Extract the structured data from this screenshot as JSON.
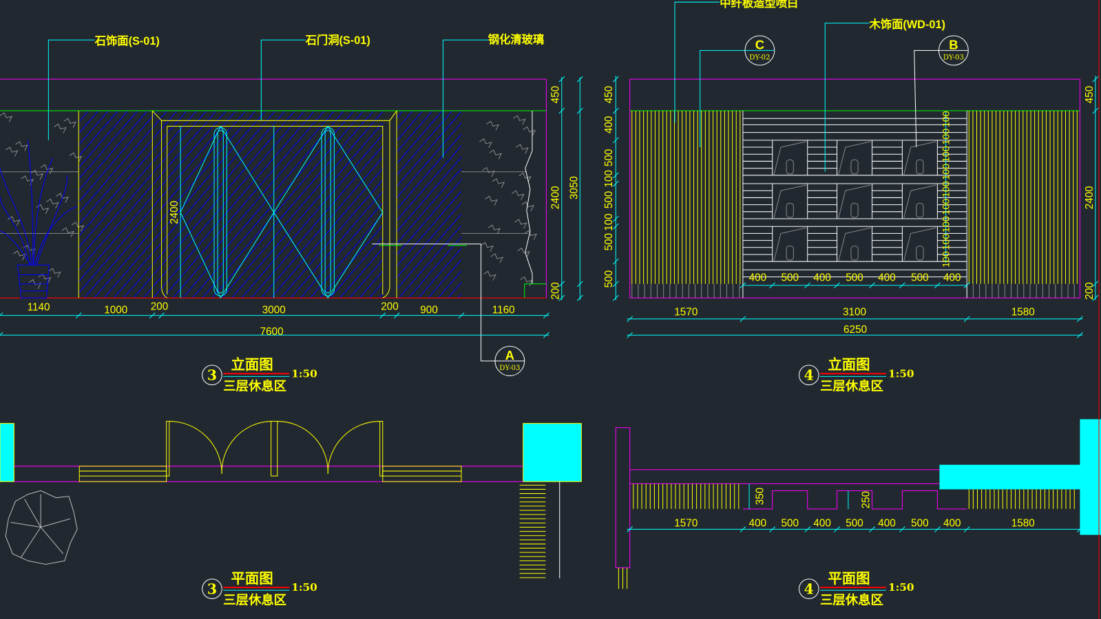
{
  "colors": {
    "background": "#212830",
    "text": "#ffff00",
    "dimension": "#00ffff",
    "wall": "#ff00ff",
    "ceiling": "#00ff00",
    "floor": "#ff0000",
    "hatch": "#0000ff"
  },
  "left_elevation": {
    "labels": [
      "石饰面(S-01)",
      "石门洞(S-01)",
      "钢化清玻璃"
    ],
    "door_height": "2400",
    "dims_bottom": [
      "1140",
      "1000",
      "200",
      "3000",
      "200",
      "900",
      "1160"
    ],
    "total": "7600",
    "dims_right": [
      "450",
      "2400",
      "200"
    ],
    "height_total": "3050",
    "ref": {
      "letter": "A",
      "sheet": "DY-03"
    },
    "title": {
      "number": "3",
      "name": "立面图",
      "scale": "1:50",
      "area": "三层休息区"
    }
  },
  "right_elevation": {
    "labels": [
      "中纤板造型喷白",
      "木饰面(WD-01)"
    ],
    "refs": [
      {
        "letter": "C",
        "sheet": "DY-02"
      },
      {
        "letter": "B",
        "sheet": "DY-03"
      }
    ],
    "dims_left": [
      "450",
      "400",
      "500",
      "100",
      "500",
      "100",
      "500",
      "500"
    ],
    "dims_right": [
      "450",
      "2400",
      "200"
    ],
    "shelf_dims": [
      "100",
      "100",
      "100",
      "100",
      "100",
      "100",
      "100",
      "100",
      "100"
    ],
    "inner_dims": [
      "400",
      "500",
      "400",
      "500",
      "400",
      "500",
      "400"
    ],
    "dims_bottom": [
      "1570",
      "3100",
      "1580"
    ],
    "total": "6250",
    "title": {
      "number": "4",
      "name": "立面图",
      "scale": "1:50",
      "area": "三层休息区"
    }
  },
  "left_plan": {
    "title": {
      "number": "3",
      "name": "平面图",
      "scale": "1:50",
      "area": "三层休息区"
    }
  },
  "right_plan": {
    "depths": [
      "350",
      "250"
    ],
    "dims": [
      "1570",
      "400",
      "500",
      "400",
      "500",
      "400",
      "500",
      "400",
      "1580"
    ],
    "title": {
      "number": "4",
      "name": "平面图",
      "scale": "1:50",
      "area": "三层休息区"
    }
  }
}
